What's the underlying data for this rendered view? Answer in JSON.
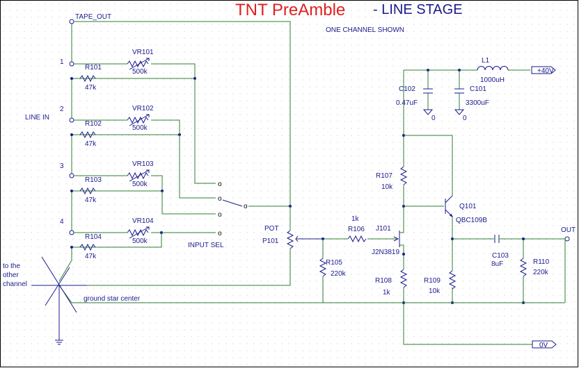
{
  "title": {
    "main": "TNT PreAmble",
    "sub": "- LINE STAGE",
    "note": "ONE CHANNEL SHOWN",
    "main_color": "#e02020",
    "sub_color": "#1a1a8c"
  },
  "colors": {
    "wire": "#2e7d32",
    "component": "#1a1a8c",
    "text": "#1a1a8c",
    "grid": "#c8c8c8"
  },
  "nets": {
    "tape_out": "TAPE_OUT",
    "line_in": "LINE IN",
    "input_sel": "INPUT SEL",
    "ground_star": "ground star center",
    "other_channel": [
      "to the",
      "other",
      "channel"
    ],
    "out": "OUT",
    "supply": "+40V",
    "zero": "0V",
    "gnd_zero": "0"
  },
  "inputs": [
    {
      "num": "1",
      "vr": "VR101",
      "vr_val": "500k",
      "r": "R101",
      "r_val": "47k"
    },
    {
      "num": "2",
      "vr": "VR102",
      "vr_val": "500k",
      "r": "R102",
      "r_val": "47k"
    },
    {
      "num": "3",
      "vr": "VR103",
      "vr_val": "500k",
      "r": "R103",
      "r_val": "47k"
    },
    {
      "num": "4",
      "vr": "VR104",
      "vr_val": "500k",
      "r": "R104",
      "r_val": "47k"
    }
  ],
  "switch_contact": "o",
  "components": {
    "pot_label": "POT",
    "pot_ref": "P101",
    "r106_ref": "R106",
    "r106_val": "1k",
    "r105_ref": "R105",
    "r105_val": "220k",
    "j101_ref": "J101",
    "j101_val": "J2N3819",
    "r107_ref": "R107",
    "r107_val": "10k",
    "r108_ref": "R108",
    "r108_val": "1k",
    "r109_ref": "R109",
    "r109_val": "10k",
    "q101_ref": "Q101",
    "q101_val": "QBC109B",
    "c103_ref": "C103",
    "c103_val": "8uF",
    "r110_ref": "R110",
    "r110_val": "220k",
    "c102_ref": "C102",
    "c102_val": "0.47uF",
    "c101_ref": "C101",
    "c101_val": "3300uF",
    "l1_ref": "L1",
    "l1_val": "1000uH"
  }
}
